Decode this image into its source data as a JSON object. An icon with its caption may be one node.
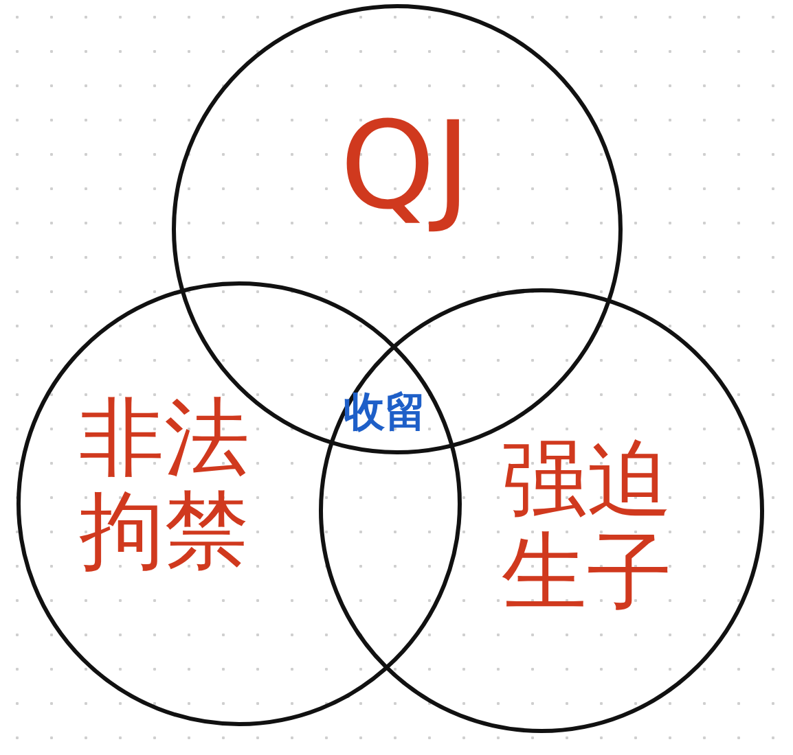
{
  "diagram": {
    "nodes": [
      {
        "text": [
          "QJ"
        ]
      },
      {
        "text": [
          "非法拘禁"
        ]
      },
      {
        "text": [
          "强迫生子"
        ]
      }
    ],
    "edges": [],
    "labels": [
      "收留"
    ]
  }
}
